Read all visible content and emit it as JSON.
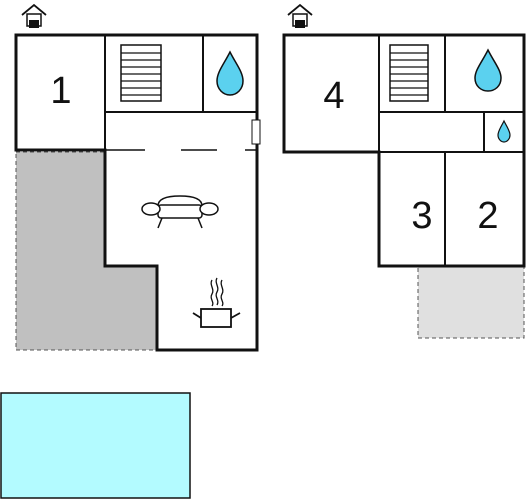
{
  "floors": [
    {
      "name": "ground-floor",
      "entrance_icon": "house-entrance-icon",
      "rooms": [
        {
          "id": "room-1",
          "label": "1",
          "type": "bedroom"
        },
        {
          "id": "stairs",
          "icon": "stairs-icon"
        },
        {
          "id": "bathroom",
          "icon": "water-drop-icon"
        },
        {
          "id": "living",
          "icon": "sofa-icon"
        },
        {
          "id": "kitchen",
          "icon": "cooking-pot-icon"
        }
      ],
      "terrace": {
        "icon": "terrace-area",
        "color": "#c0c0c0"
      }
    },
    {
      "name": "upper-floor",
      "entrance_icon": "house-entrance-icon",
      "rooms": [
        {
          "id": "room-4",
          "label": "4",
          "type": "bedroom"
        },
        {
          "id": "stairs",
          "icon": "stairs-icon"
        },
        {
          "id": "bathroom",
          "icon": "water-drop-icon"
        },
        {
          "id": "toilet",
          "icon": "water-drop-small-icon"
        },
        {
          "id": "room-3",
          "label": "3",
          "type": "bedroom"
        },
        {
          "id": "room-2",
          "label": "2",
          "type": "bedroom"
        }
      ],
      "terrace": {
        "icon": "terrace-area",
        "color": "#e0e0e0"
      }
    }
  ],
  "pool": {
    "icon": "pool-area",
    "color": "#b3fbff"
  },
  "colors": {
    "wall": "#111111",
    "water": "#5bd1ef",
    "terrace_dark": "#c0c0c0",
    "terrace_light": "#e0e0e0",
    "pool": "#b3fbff"
  }
}
